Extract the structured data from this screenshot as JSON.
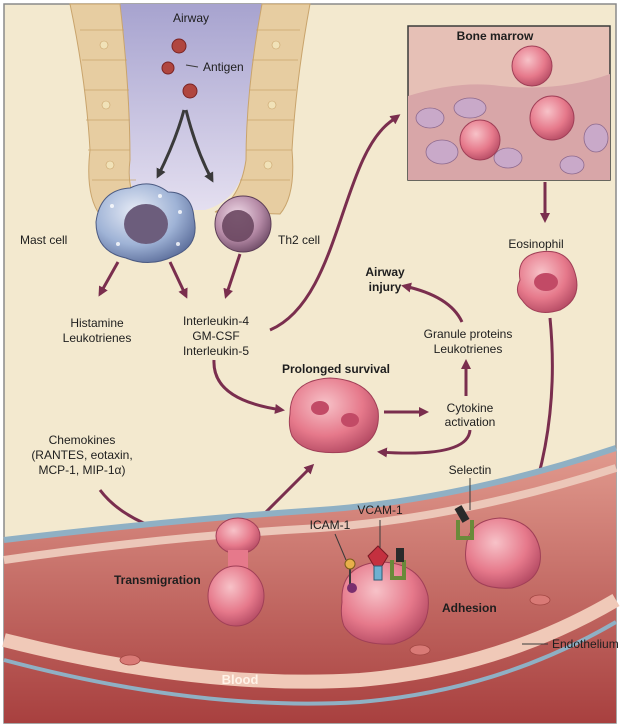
{
  "labels": {
    "airway": "Airway",
    "antigen": "Antigen",
    "bone_marrow": "Bone marrow",
    "mast_cell": "Mast cell",
    "th2_cell": "Th2 cell",
    "eosinophil": "Eosinophil",
    "airway_injury_1": "Airway",
    "airway_injury_2": "injury",
    "histamine": "Histamine",
    "leukotrienes_1": "Leukotrienes",
    "interleukin_4": "Interleukin-4",
    "gm_csf": "GM-CSF",
    "interleukin_5": "Interleukin-5",
    "granule_proteins": "Granule proteins",
    "leukotrienes_2": "Leukotrienes",
    "prolonged_survival": "Prolonged survival",
    "cytokine": "Cytokine",
    "activation": "activation",
    "chemokines_1": "Chemokines",
    "chemokines_2": "(RANTES, eotaxin,",
    "chemokines_3": "MCP-1, MIP-1α)",
    "selectin": "Selectin",
    "vcam1": "VCAM-1",
    "icam1": "ICAM-1",
    "transmigration": "Transmigration",
    "adhesion": "Adhesion",
    "endothelium": "Endothelium",
    "blood": "Blood"
  },
  "colors": {
    "background": "#f3e9cf",
    "airway_lumen": "#b9b7d8",
    "cell_pink": "#e06f84",
    "vessel": "#c65a57",
    "arrow": "#7a2e4e"
  }
}
